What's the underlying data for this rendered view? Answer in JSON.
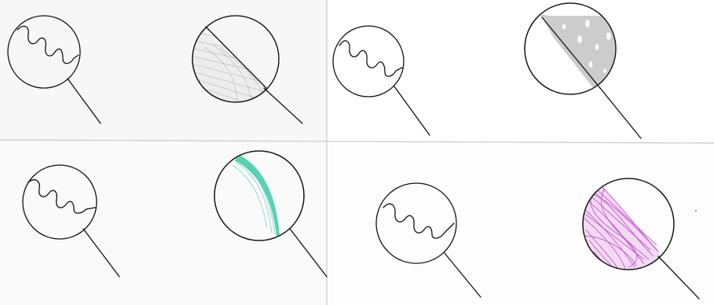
{
  "panels": [
    {
      "id": "top-left",
      "fill": "hatch-gray",
      "fill_color": "#9a9a9a",
      "background": "#f7f7f7"
    },
    {
      "id": "top-right",
      "fill": "solid-gray",
      "fill_color": "#cccccc",
      "background": "#ffffff"
    },
    {
      "id": "bottom-left",
      "fill": "teal-arc",
      "fill_color": "#3cc9a8",
      "background": "#fafafa"
    },
    {
      "id": "bottom-right",
      "fill": "magenta-scribble",
      "fill_color": "#c23ec8",
      "background": "#fdfdfd"
    }
  ],
  "colors": {
    "line": "#111111",
    "divider": "#c8c8c8"
  }
}
